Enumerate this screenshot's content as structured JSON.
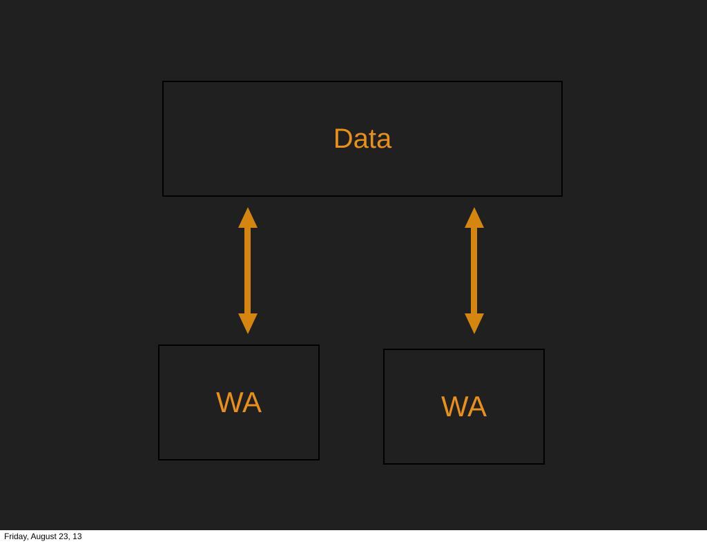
{
  "diagram": {
    "boxes": {
      "data": "Data",
      "wa_left": "WA",
      "wa_right": "WA"
    },
    "arrows": [
      {
        "from": "Data",
        "to": "WA (left)",
        "direction": "bidirectional"
      },
      {
        "from": "Data",
        "to": "WA (right)",
        "direction": "bidirectional"
      }
    ],
    "colors": {
      "background": "#202020",
      "accent": "#e8901a",
      "border": "#000000"
    }
  },
  "footer": {
    "date": "Friday, August 23, 13"
  }
}
